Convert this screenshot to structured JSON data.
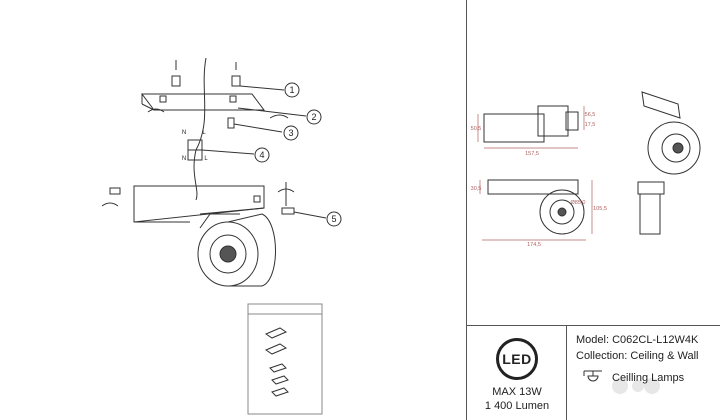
{
  "parts": [
    "1",
    "2",
    "3",
    "4",
    "5"
  ],
  "connector_labels": [
    "N",
    "L",
    "N",
    "L"
  ],
  "dimensions": {
    "side_width": "157,5",
    "side_height_left": "50,5",
    "side_height_right_a": "56,5",
    "side_height_right_b": "17,5",
    "front_height": "30,5",
    "front_diameter": "Ø85,0",
    "front_height_right": "105,5",
    "front_width": "174,5"
  },
  "badge": {
    "label": "LED"
  },
  "specs": {
    "power": "MAX 13W",
    "lumen": "1 400 Lumen"
  },
  "info": {
    "model": "Model: C062CL-L12W4K",
    "collection": "Collection: Ceiling & Wall",
    "category": "Ceilling Lamps"
  },
  "colors": {
    "line": "#555555",
    "dim": "#b06060",
    "drawing": "#333333"
  }
}
